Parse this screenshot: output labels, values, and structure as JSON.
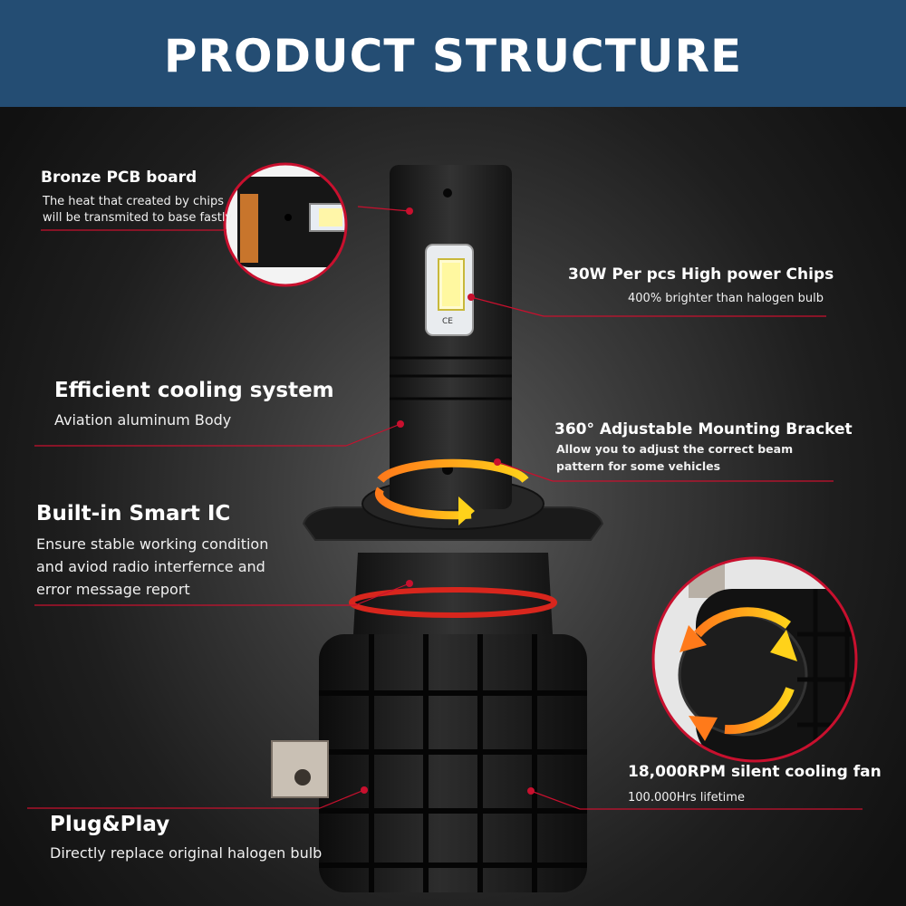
{
  "banner": {
    "title": "PRODUCT STRUCTURE",
    "color": "#244d73"
  },
  "accent_color": "#c8102e",
  "features": [
    {
      "title": "Bronze PCB board",
      "lines": [
        "The heat that created by chips",
        "will be transmited to base fastly"
      ]
    },
    {
      "title": "30W Per pcs High power Chips",
      "lines": [
        "400% brighter than halogen bulb"
      ]
    },
    {
      "title": "Efficient cooling system",
      "lines": [
        "Aviation aluminum Body"
      ]
    },
    {
      "title": "360° Adjustable Mounting Bracket",
      "lines": [
        "Allow you to adjust the correct beam",
        "pattern for some vehicles"
      ]
    },
    {
      "title": "Built-in Smart IC",
      "lines": [
        "Ensure stable working condition",
        "and aviod radio interfernce and",
        "error message report"
      ]
    },
    {
      "title": "18,000RPM silent cooling fan",
      "lines": [
        "100.000Hrs lifetime"
      ]
    },
    {
      "title": "Plug&Play",
      "lines": [
        "Directly replace original halogen bulb"
      ]
    }
  ],
  "chip_marking": "CE"
}
